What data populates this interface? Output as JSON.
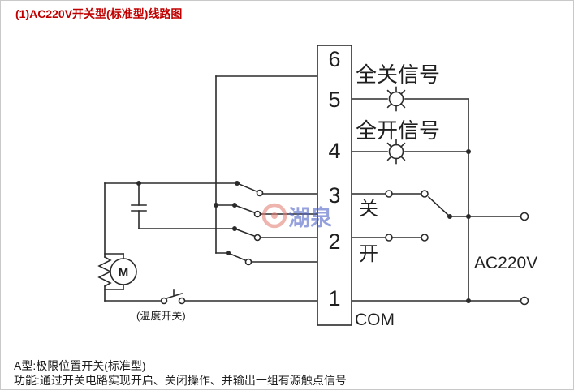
{
  "page": {
    "title": "(1)AC220V开关型(标准型)线路图",
    "title_color": "#c00000",
    "footer": {
      "line1": "A型:极限位置开关(标准型)",
      "line2": "功能:通过开关电路实现开启、关闭操作、并输出一组有源触点信号"
    }
  },
  "diagram": {
    "terminals": [
      "6",
      "5",
      "4",
      "3",
      "2",
      "1"
    ],
    "labels": {
      "close_signal": "全关信号",
      "open_signal": "全开信号",
      "close": "关",
      "open": "开",
      "power": "AC220V",
      "com": "COM",
      "motor": "M",
      "temp_switch": "(温度开关)"
    },
    "watermark": {
      "text": "湖泉"
    },
    "colors": {
      "wire": "#2b2b2b",
      "watermark_blue": "#5063c8",
      "watermark_red": "#e4837a"
    }
  }
}
